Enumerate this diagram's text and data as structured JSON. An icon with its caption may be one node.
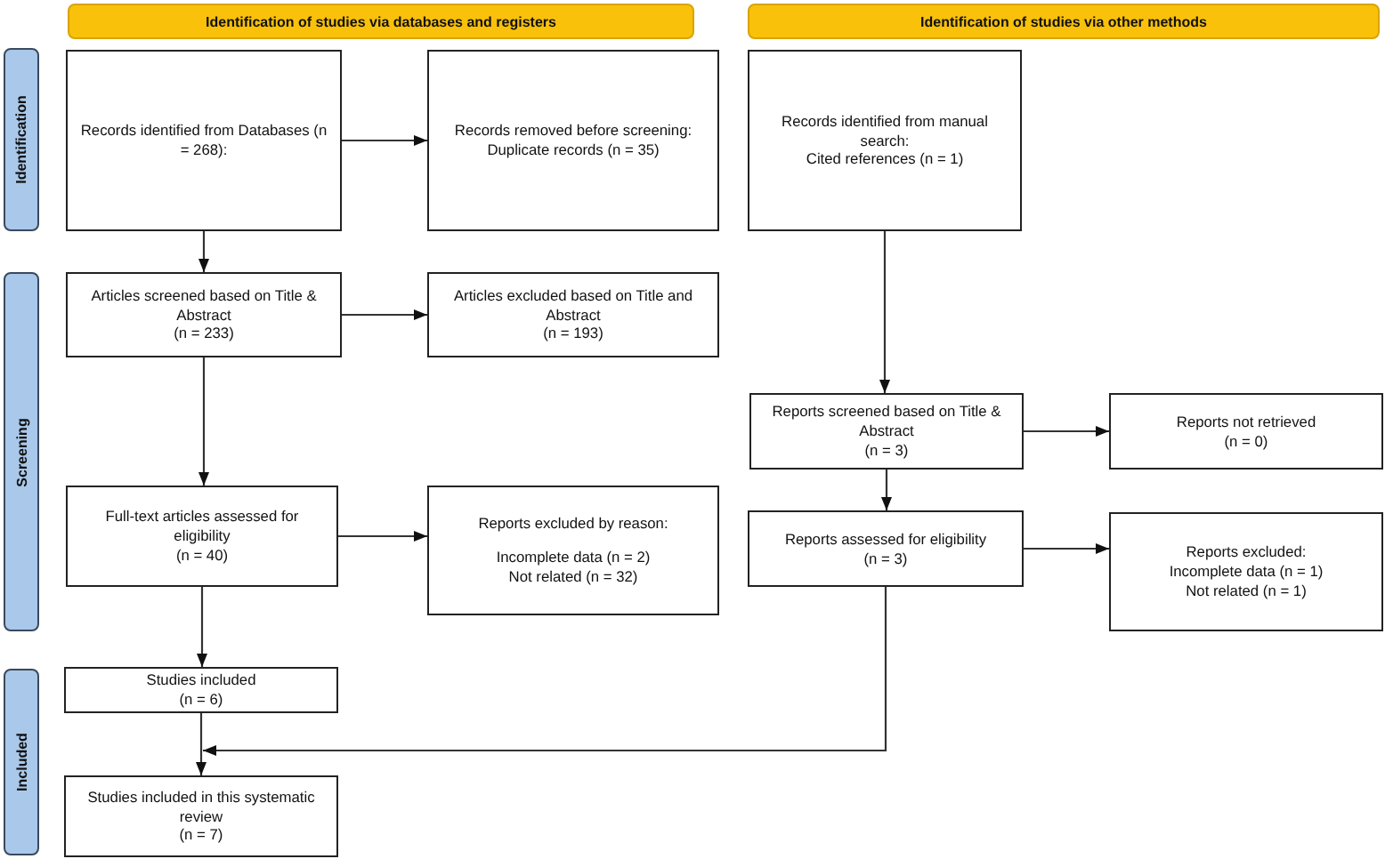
{
  "diagram": {
    "nodes": [
      {
        "text": [
          "Identification of studies via databases and registers"
        ]
      },
      {
        "text": [
          "Identification of studies via other methods"
        ]
      },
      {
        "text": [
          "Identification"
        ]
      },
      {
        "text": [
          "Screening"
        ]
      },
      {
        "text": [
          "Included"
        ]
      },
      {
        "text": [
          "Records identified from Databases (n = 268):"
        ]
      },
      {
        "text": [
          "Records removed before screening:",
          "Duplicate records (n = 35)"
        ]
      },
      {
        "text": [
          "Records identified from manual search:",
          "Cited references (n = 1)"
        ]
      },
      {
        "text": [
          "Articles screened based on Title & Abstract",
          "(n = 233)"
        ]
      },
      {
        "text": [
          "Articles excluded based on Title and Abstract",
          "(n = 193)"
        ]
      },
      {
        "text": [
          "Reports screened based on Title & Abstract",
          "(n = 3)"
        ]
      },
      {
        "text": [
          "Reports not retrieved",
          "(n = 0)"
        ]
      },
      {
        "text": [
          "Full-text articles assessed for eligibility",
          "(n = 40)"
        ]
      },
      {
        "text": [
          "Reports excluded by reason:",
          "Incomplete data (n = 2)",
          "Not related (n = 32)"
        ]
      },
      {
        "text": [
          "Reports assessed for eligibility",
          "(n = 3)"
        ]
      },
      {
        "text": [
          "Reports excluded:",
          "Incomplete data (n = 1)",
          "Not related (n = 1)"
        ]
      },
      {
        "text": [
          "Studies included",
          "(n = 6)"
        ]
      },
      {
        "text": [
          "Studies included in this systematic review",
          "(n = 7)"
        ]
      }
    ],
    "edges": [
      {
        "from": 5,
        "to": 6,
        "arrow": "to"
      },
      {
        "from": 5,
        "to": 8,
        "arrow": "to"
      },
      {
        "from": 8,
        "to": 9,
        "arrow": "to"
      },
      {
        "from": 8,
        "to": 12,
        "arrow": "to"
      },
      {
        "from": 7,
        "to": 10,
        "arrow": "to"
      },
      {
        "from": 10,
        "to": 11,
        "arrow": "to"
      },
      {
        "from": 10,
        "to": 14,
        "arrow": "to"
      },
      {
        "from": 12,
        "to": 13,
        "arrow": "to"
      },
      {
        "from": 14,
        "to": 15,
        "arrow": "to"
      },
      {
        "from": 12,
        "to": 16,
        "arrow": "to"
      },
      {
        "from": 16,
        "to": 17,
        "arrow": "to"
      },
      {
        "from": 14,
        "to": 17,
        "arrow": "to"
      }
    ]
  }
}
